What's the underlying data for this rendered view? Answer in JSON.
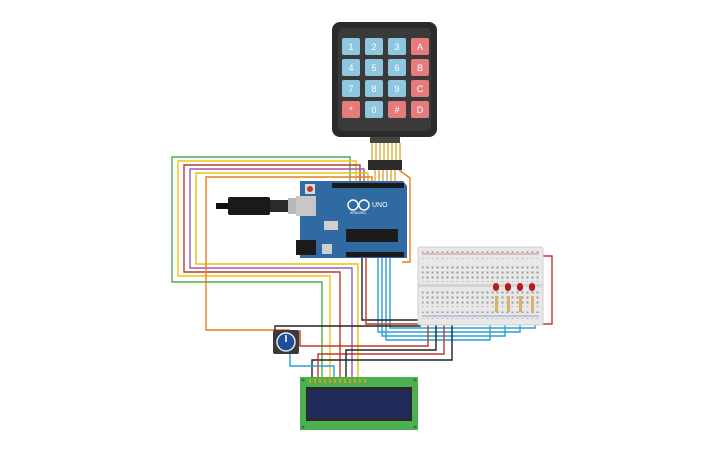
{
  "keypad": {
    "keys": [
      [
        "1",
        "2",
        "3",
        "A"
      ],
      [
        "4",
        "5",
        "6",
        "B"
      ],
      [
        "7",
        "8",
        "9",
        "C"
      ],
      [
        "*",
        "0",
        "#",
        "D"
      ]
    ],
    "colors": {
      "number": "#8fc6e0",
      "letter": "#e57b7b",
      "star": "#e57b7b",
      "hash": "#e57b7b",
      "body": "#2b2b2b"
    }
  },
  "arduino": {
    "logo": "UNO",
    "brand": "ARDUINO",
    "board_color": "#2f6aa3"
  },
  "lcd": {
    "pcb_color": "#4caf50",
    "screen_color": "#1f2a5a"
  },
  "leds": {
    "count": 4,
    "color": "#b81c1c"
  },
  "wire_colors": [
    "#4caf50",
    "#e6a23c",
    "#c0392b",
    "#9b59b6",
    "#2a9fd6",
    "#222222",
    "#f1c40f",
    "#e67e22"
  ]
}
